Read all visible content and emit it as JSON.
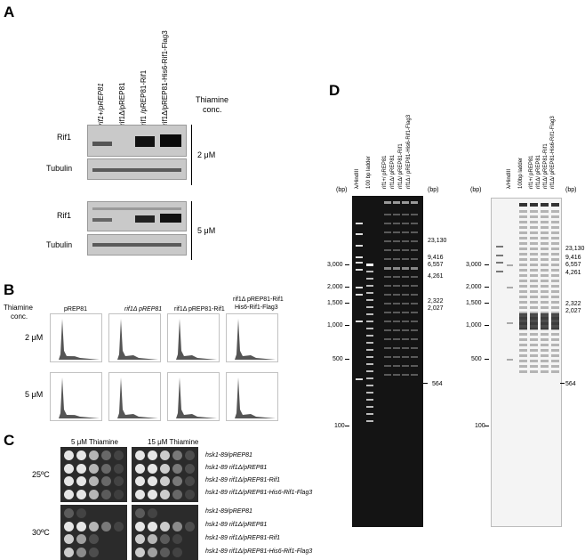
{
  "panels": {
    "a": "A",
    "b": "B",
    "c": "C",
    "d": "D"
  },
  "panel_a": {
    "lanes": [
      "rif1+/pREP81",
      "rif1Δ/pREP81",
      "rif1 /pREP81-Rif1",
      "rif1Δ/pREP81-His6-Rif1-Flag3"
    ],
    "thiamine_header": "Thiamine conc.",
    "thiamine_line1": "Thiamine",
    "thiamine_line2": "conc.",
    "rows": [
      "Rif1",
      "Tubulin",
      "Rif1",
      "Tubulin"
    ],
    "conc": [
      "2 μM",
      "5 μM"
    ]
  },
  "panel_b": {
    "thiamine_line1": "Thiamine",
    "thiamine_line2": "conc.",
    "columns": [
      "pREP81",
      "rif1Δ pREP81",
      "rif1Δ pREP81-Rif1",
      "rif1Δ pREP81-Rif1 His6-Rif1-Flag3"
    ],
    "col4_line1": "rif1Δ pREP81-Rif1",
    "col4_line2": "His6-Rif1-Flag3",
    "rows": [
      "2 μM",
      "5 μM"
    ]
  },
  "panel_c": {
    "headers": [
      "5 μM Thiamine",
      "15 μM Thiamine"
    ],
    "temps": [
      "25ºC",
      "30ºC"
    ],
    "strains": [
      "hsk1-89/pREP81",
      "hsk1-89 rif1Δ/pREP81",
      "hsk1-89 rif1Δ/pREP81-Rif1",
      "hsk1-89 rif1Δ/pREP81-His6-Rif1-Flag3"
    ]
  },
  "panel_d": {
    "lanes_left": [
      "λ/HindIII",
      "100 bp ladder",
      "rif1+/ pREP81",
      "rif1Δ/ pREP81",
      "rif1Δ/ pREP81-Rif1",
      "rif1Δ / pREP81-His6-Rif1-Flag3"
    ],
    "lanes_right": [
      "λ/HindIII",
      "100bp ladder",
      "rif1+/ pREP81",
      "rif1Δ/ pREP81",
      "rif1Δ/ pREP81-Rif1",
      "rif1Δ/ pREP81-His6-Rif1-Flag3"
    ],
    "unit": "(bp)",
    "left_markers": [
      "3,000",
      "2,000",
      "1,500",
      "1,000",
      "500",
      "100"
    ],
    "right_markers": [
      "23,130",
      "9,416",
      "6,557",
      "4,261",
      "2,322",
      "2,027",
      "564"
    ],
    "right_left_markers": [
      "3,000",
      "2,000",
      "1,500",
      "1,000",
      "500",
      "100"
    ]
  }
}
